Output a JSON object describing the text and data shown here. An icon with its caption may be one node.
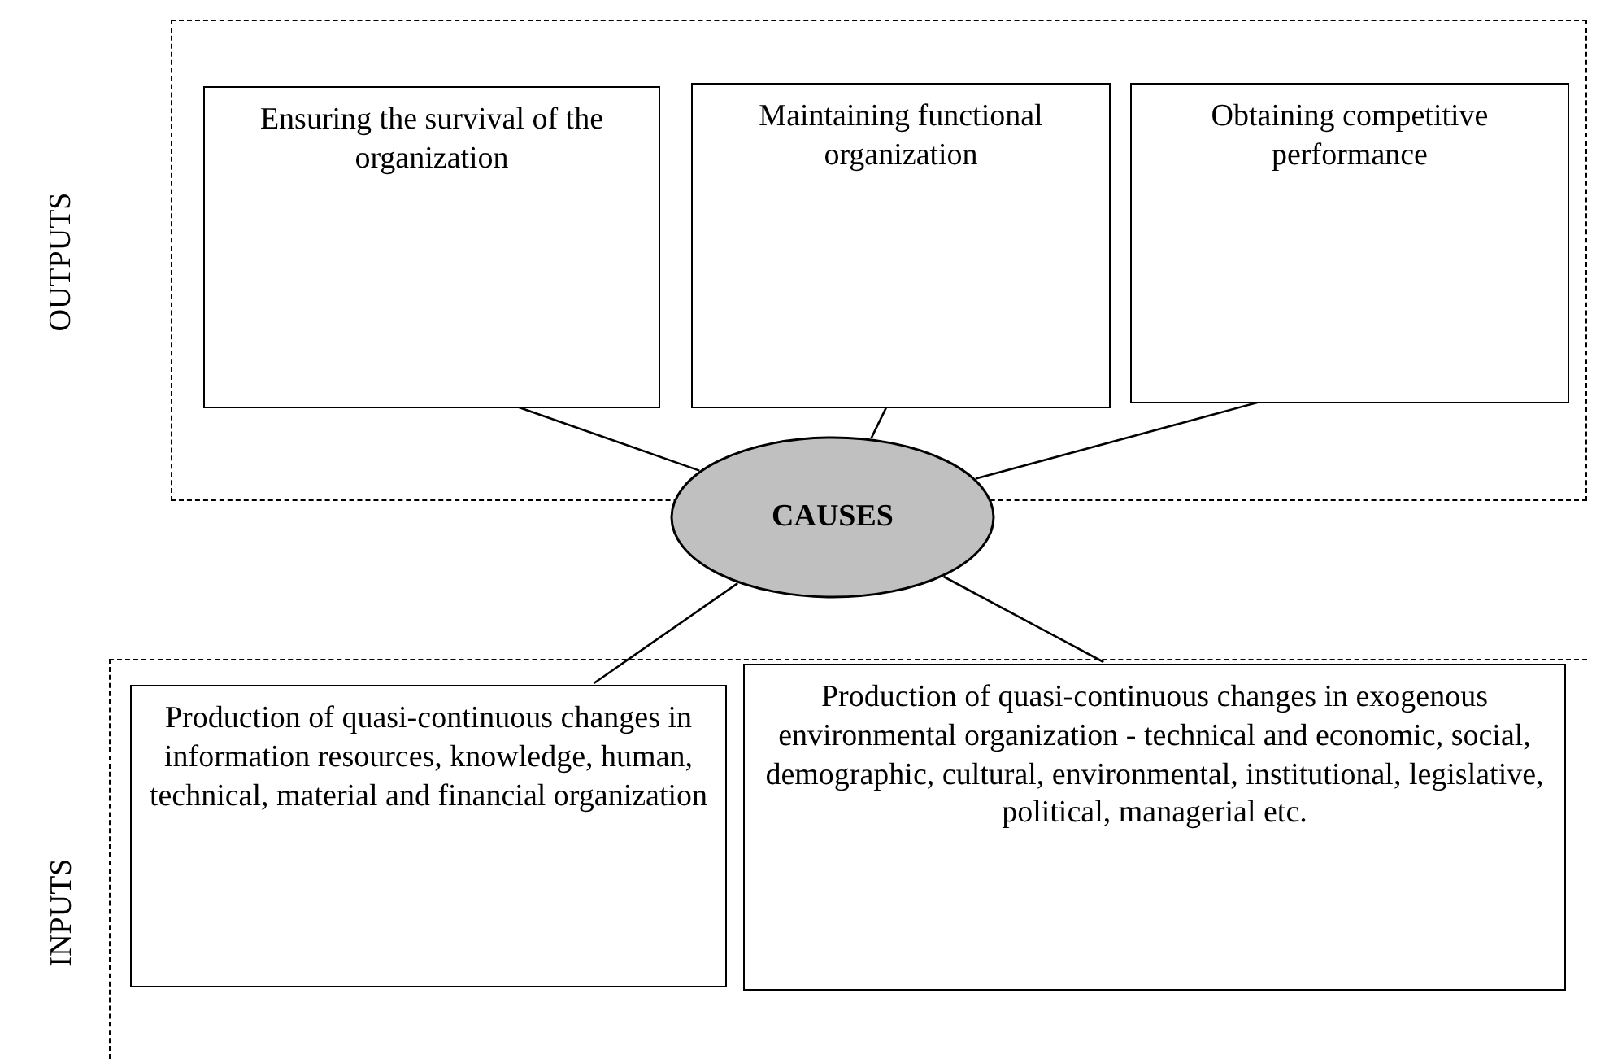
{
  "diagram": {
    "nodes": [
      {
        "text": [
          "OUTPUTS"
        ]
      },
      {
        "text": [
          "Ensuring the survival of the organization"
        ],
        "in": 0
      },
      {
        "text": [
          "Maintaining functional organization"
        ],
        "in": 0
      },
      {
        "text": [
          "Obtaining competitive performance"
        ],
        "in": 0
      },
      {
        "text": [
          "CAUSES"
        ]
      },
      {
        "text": [
          "INPUTS"
        ]
      },
      {
        "text": [
          "Production of quasi-continuous changes in information resources, knowledge, human, technical, material and financial organization"
        ],
        "in": 5
      },
      {
        "text": [
          "Production of quasi-continuous changes in exogenous environmental organization - technical and economic, social, demographic, cultural, environmental, institutional, legislative, political, managerial etc."
        ],
        "in": 5
      }
    ],
    "edges": [
      {
        "from": 1,
        "to": 4,
        "arrow": "none"
      },
      {
        "from": 2,
        "to": 4,
        "arrow": "none"
      },
      {
        "from": 3,
        "to": 4,
        "arrow": "none"
      },
      {
        "from": 4,
        "to": 6,
        "arrow": "none"
      },
      {
        "from": 4,
        "to": 7,
        "arrow": "none"
      }
    ]
  }
}
